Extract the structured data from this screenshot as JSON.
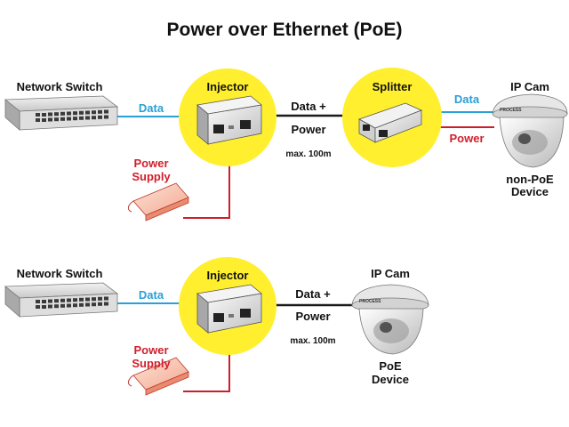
{
  "title": "Power over Ethernet (PoE)",
  "colors": {
    "data_line": "#2aa0d8",
    "power_line": "#cc1f2c",
    "poe_line": "#1a1a1a",
    "circle_fill": "#ffef2e",
    "power_label": "#d0202c",
    "data_label": "#2a9fd6",
    "text": "#111111"
  },
  "top_row": {
    "switch_label": "Network Switch",
    "data_label": "Data",
    "injector_label": "Injector",
    "power_supply_label_1": "Power",
    "power_supply_label_2": "Supply",
    "link_label_1": "Data +",
    "link_label_2": "Power",
    "distance_label": "max. 100m",
    "splitter_label": "Splitter",
    "out_data_label": "Data",
    "out_power_label": "Power",
    "camera_label": "IP Cam",
    "camera_brand": "PROCESS",
    "device_label_1": "non-PoE",
    "device_label_2": "Device"
  },
  "bottom_row": {
    "switch_label": "Network Switch",
    "data_label": "Data",
    "injector_label": "Injector",
    "power_supply_label_1": "Power",
    "power_supply_label_2": "Supply",
    "link_label_1": "Data +",
    "link_label_2": "Power",
    "distance_label": "max. 100m",
    "camera_label": "IP Cam",
    "camera_brand": "PROCESS",
    "device_label_1": "PoE",
    "device_label_2": "Device"
  }
}
